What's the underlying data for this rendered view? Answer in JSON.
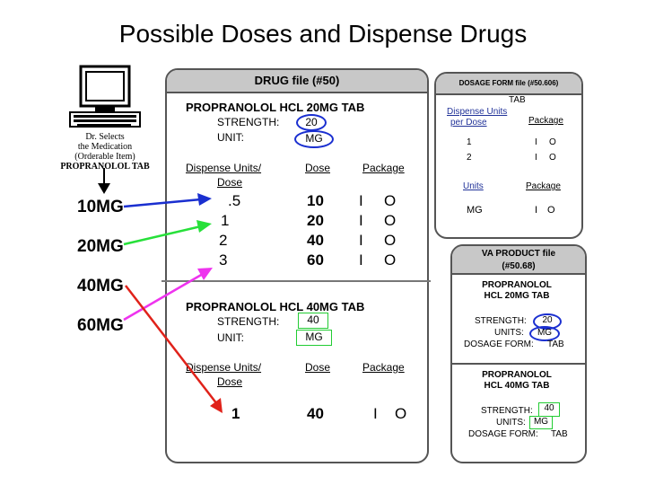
{
  "title": "Possible Doses and Dispense Drugs",
  "doctor": {
    "line1": "Dr. Selects",
    "line2": "the Medication",
    "line3": "(Orderable Item)",
    "orderable": "PROPRANOLOL TAB"
  },
  "doses": [
    "10MG",
    "20MG",
    "40MG",
    "60MG"
  ],
  "drug_file": {
    "title": "DRUG file (#50)",
    "entry1": {
      "name": "PROPRANOLOL HCL 20MG TAB",
      "strength_label": "STRENGTH:",
      "strength": "20",
      "unit_label": "UNIT:",
      "unit": "MG",
      "col_dispense_1": "Dispense Units/",
      "col_dispense_2": "Dose",
      "col_dose": "Dose",
      "col_package": "Package",
      "rows": [
        {
          "units": ".5",
          "dose": "10",
          "p1": "I",
          "p2": "O"
        },
        {
          "units": "1",
          "dose": "20",
          "p1": "I",
          "p2": "O"
        },
        {
          "units": "2",
          "dose": "40",
          "p1": "I",
          "p2": "O"
        },
        {
          "units": "3",
          "dose": "60",
          "p1": "I",
          "p2": "O"
        }
      ]
    },
    "entry2": {
      "name": "PROPRANOLOL HCL 40MG TAB",
      "strength_label": "STRENGTH:",
      "strength": "40",
      "unit_label": "UNIT:",
      "unit": "MG",
      "col_dispense_1": "Dispense Units/",
      "col_dispense_2": "Dose",
      "col_dose": "Dose",
      "col_package": "Package",
      "rows": [
        {
          "units": "1",
          "dose": "40",
          "p1": "I",
          "p2": "O"
        }
      ]
    }
  },
  "dosage_form_file": {
    "title": "DOSAGE FORM file (#50.606)",
    "form": "TAB",
    "col_dispense_1": "Dispense Units",
    "col_dispense_2": "per Dose",
    "col_package": "Package",
    "rows": [
      {
        "units": "1",
        "p1": "I",
        "p2": "O"
      },
      {
        "units": "2",
        "p1": "I",
        "p2": "O"
      }
    ],
    "col_units": "Units",
    "col_package2": "Package",
    "units_value": "MG",
    "units_p1": "I",
    "units_p2": "O"
  },
  "va_product_file": {
    "title_1": "VA PRODUCT file",
    "title_2": "(#50.68)",
    "product1": {
      "name_1": "PROPRANOLOL",
      "name_2": "HCL 20MG TAB",
      "strength_label": "STRENGTH:",
      "strength": "20",
      "units_label": "UNITS:",
      "units": "MG",
      "form_label": "DOSAGE FORM:",
      "form": "TAB"
    },
    "product2": {
      "name_1": "PROPRANOLOL",
      "name_2": "HCL 40MG TAB",
      "strength_label": "STRENGTH:",
      "strength": "40",
      "units_label": "UNITS:",
      "units": "MG",
      "form_label": "DOSAGE FORM:",
      "form": "TAB"
    }
  },
  "colors": {
    "arrow_10mg": "#1a2fd0",
    "arrow_20mg": "#27e03a",
    "arrow_40mg": "#ee33ee",
    "arrow_60mg": "#e0221a",
    "highlight_green": "#22cc33",
    "highlight_blue": "#1a2fd0"
  }
}
